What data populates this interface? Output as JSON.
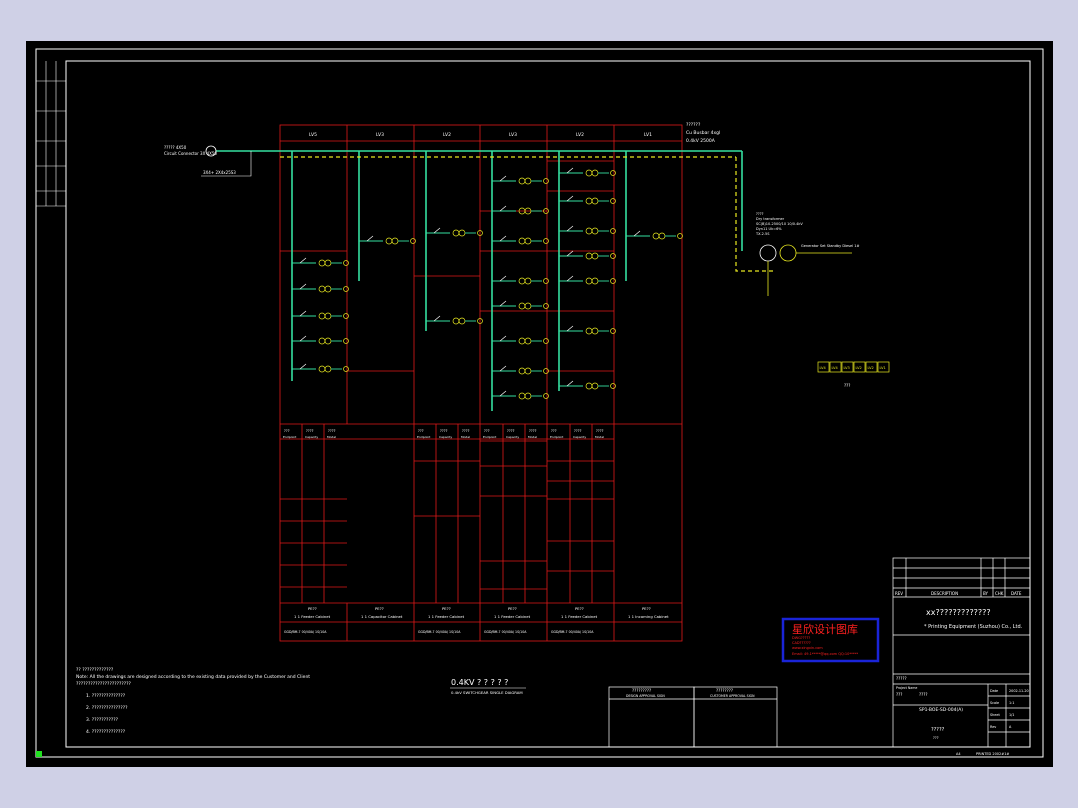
{
  "drawing": {
    "main_title": "0.4KV ? ? ? ? ?",
    "main_subtitle": "0.4kV SWITCHGEAR SINGLE DIAGRAM",
    "cells": [
      "LV5",
      "LV3",
      "LV2",
      "LV3",
      "LV2",
      "LV1"
    ],
    "incoming_note": [
      "??????",
      "Cu Busbar 4xgl",
      "0.4kV 2500A"
    ],
    "external_source": [
      "????? 4X50",
      "Circuit Connector 3X 4X50"
    ],
    "cable_note": "3X4+ 2X4x25S3",
    "transformer_note": [
      "????",
      "Dry transformer",
      "SC(B)10-2500/10 10/0.4kV",
      "Dyn11 Uk=6%",
      "TX.2.5S"
    ],
    "generator_note": "Generator Set  Standby Diesel 1#",
    "header_labels": [
      "???",
      "????",
      "????"
    ],
    "sub_header_labels": [
      "Endpoint",
      "Capacity",
      "Model"
    ],
    "bottom_cabinets": [
      {
        "code": "PE??",
        "name": "1 1 Feeder Cabinet",
        "model": "GGD/BM-7 00/40A/ 1S/10A"
      },
      {
        "code": "PE??",
        "name": "1 1 Capacitor Cabinet",
        "model": ""
      },
      {
        "code": "PE??",
        "name": "1 1 Feeder Cabinet",
        "model": "GGD/BM-7 00/40A/ 1S/10A"
      },
      {
        "code": "PE??",
        "name": "1 1 Feeder Cabinet",
        "model": "GGD/BM-7 00/40A/ 1S/10A"
      },
      {
        "code": "PE??",
        "name": "1 1 Feeder Cabinet",
        "model": "GGD/BM-7 00/40A/ 1S/10A"
      },
      {
        "code": "PE??",
        "name": "1 1 Incoming Cabinet",
        "model": ""
      }
    ],
    "legend_boxes": [
      "LV4",
      "LV4",
      "LV3",
      "LV2",
      "LV2",
      "LV1"
    ],
    "legend_caption": "???"
  },
  "notes": {
    "heading": "?? ?????????????",
    "line1": "Note: All the drawings are designed according to the existing data provided by the Customer and Client",
    "line2": "???????????????????????",
    "items": [
      "1. ??????????????",
      "2. ???????????????",
      "3. ???????????",
      "4. ??????????????"
    ]
  },
  "title_block": {
    "rev_headers": [
      "REV",
      "DESCRIPTION",
      "BY",
      "CHK",
      "DATE"
    ],
    "client_cn": "xx?????????????",
    "client_en": "* Printing Equipment (Suzhou) Co., Ltd.",
    "project_label": "?????",
    "project_en": "Project Name",
    "drawing_label": "???",
    "drawing_name": "????",
    "drawing_no": "SP1-BOE-SD-004(A)",
    "sheet_title": "?????",
    "sheet_sub": "???",
    "right_labels": [
      "Date",
      "Scale",
      "Sheet",
      "Rev"
    ],
    "right_values": [
      "2002-11-20",
      "1:1",
      "1/1",
      "A"
    ],
    "bottom_left": "A4",
    "bottom_right": "PRINTED 2002#1#"
  },
  "approval": {
    "box1_title": "?????????",
    "box1_sub": "DESIGN APPROVAL SIGN",
    "box2_title": "????????",
    "box2_sub": "CUSTOMER APPROVAL SIGN"
  },
  "watermark": {
    "title": "星欣设计图库",
    "lines": [
      "DWG?????",
      "CAD??????",
      "www.xingxin.com",
      "Email: 49.1*****@qq.com QQ:10*****"
    ]
  },
  "colors": {
    "frame": "#ffffff",
    "table": "#e01818",
    "busbar": "#35e0a0",
    "device": "#e8e820",
    "text": "#ffffff",
    "watermark_bg": "#1a24d8"
  }
}
